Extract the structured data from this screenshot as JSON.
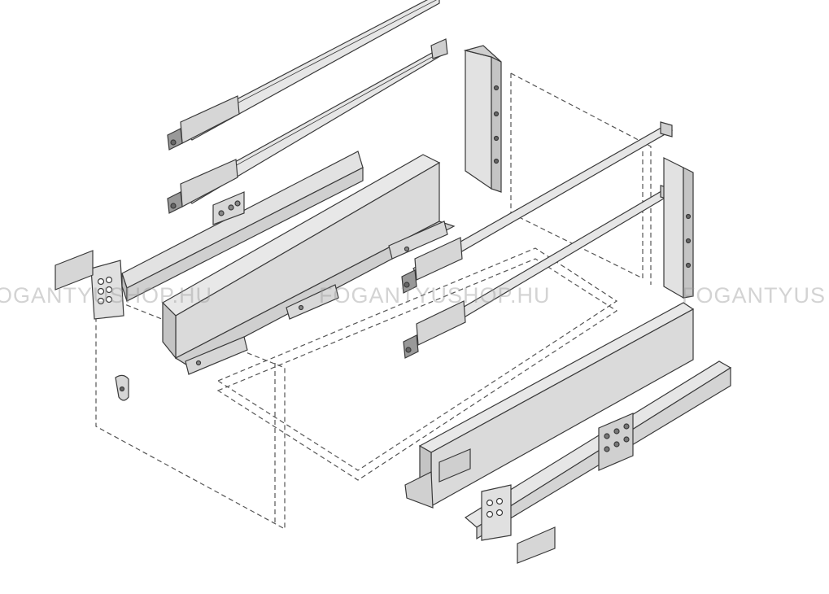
{
  "watermarks": [
    {
      "text": "OGANTYUSHOP.HU"
    },
    {
      "text": "FOGANTYUSHOP.HU"
    },
    {
      "text": "FOGANTYUS"
    }
  ],
  "colors": {
    "part_fill": "#e3e3e3",
    "part_fill_dark": "#c9c9c9",
    "panel_fill": "#dadada",
    "outline": "#3a3a3a",
    "dashed": "#555555",
    "watermark": "#969696"
  }
}
